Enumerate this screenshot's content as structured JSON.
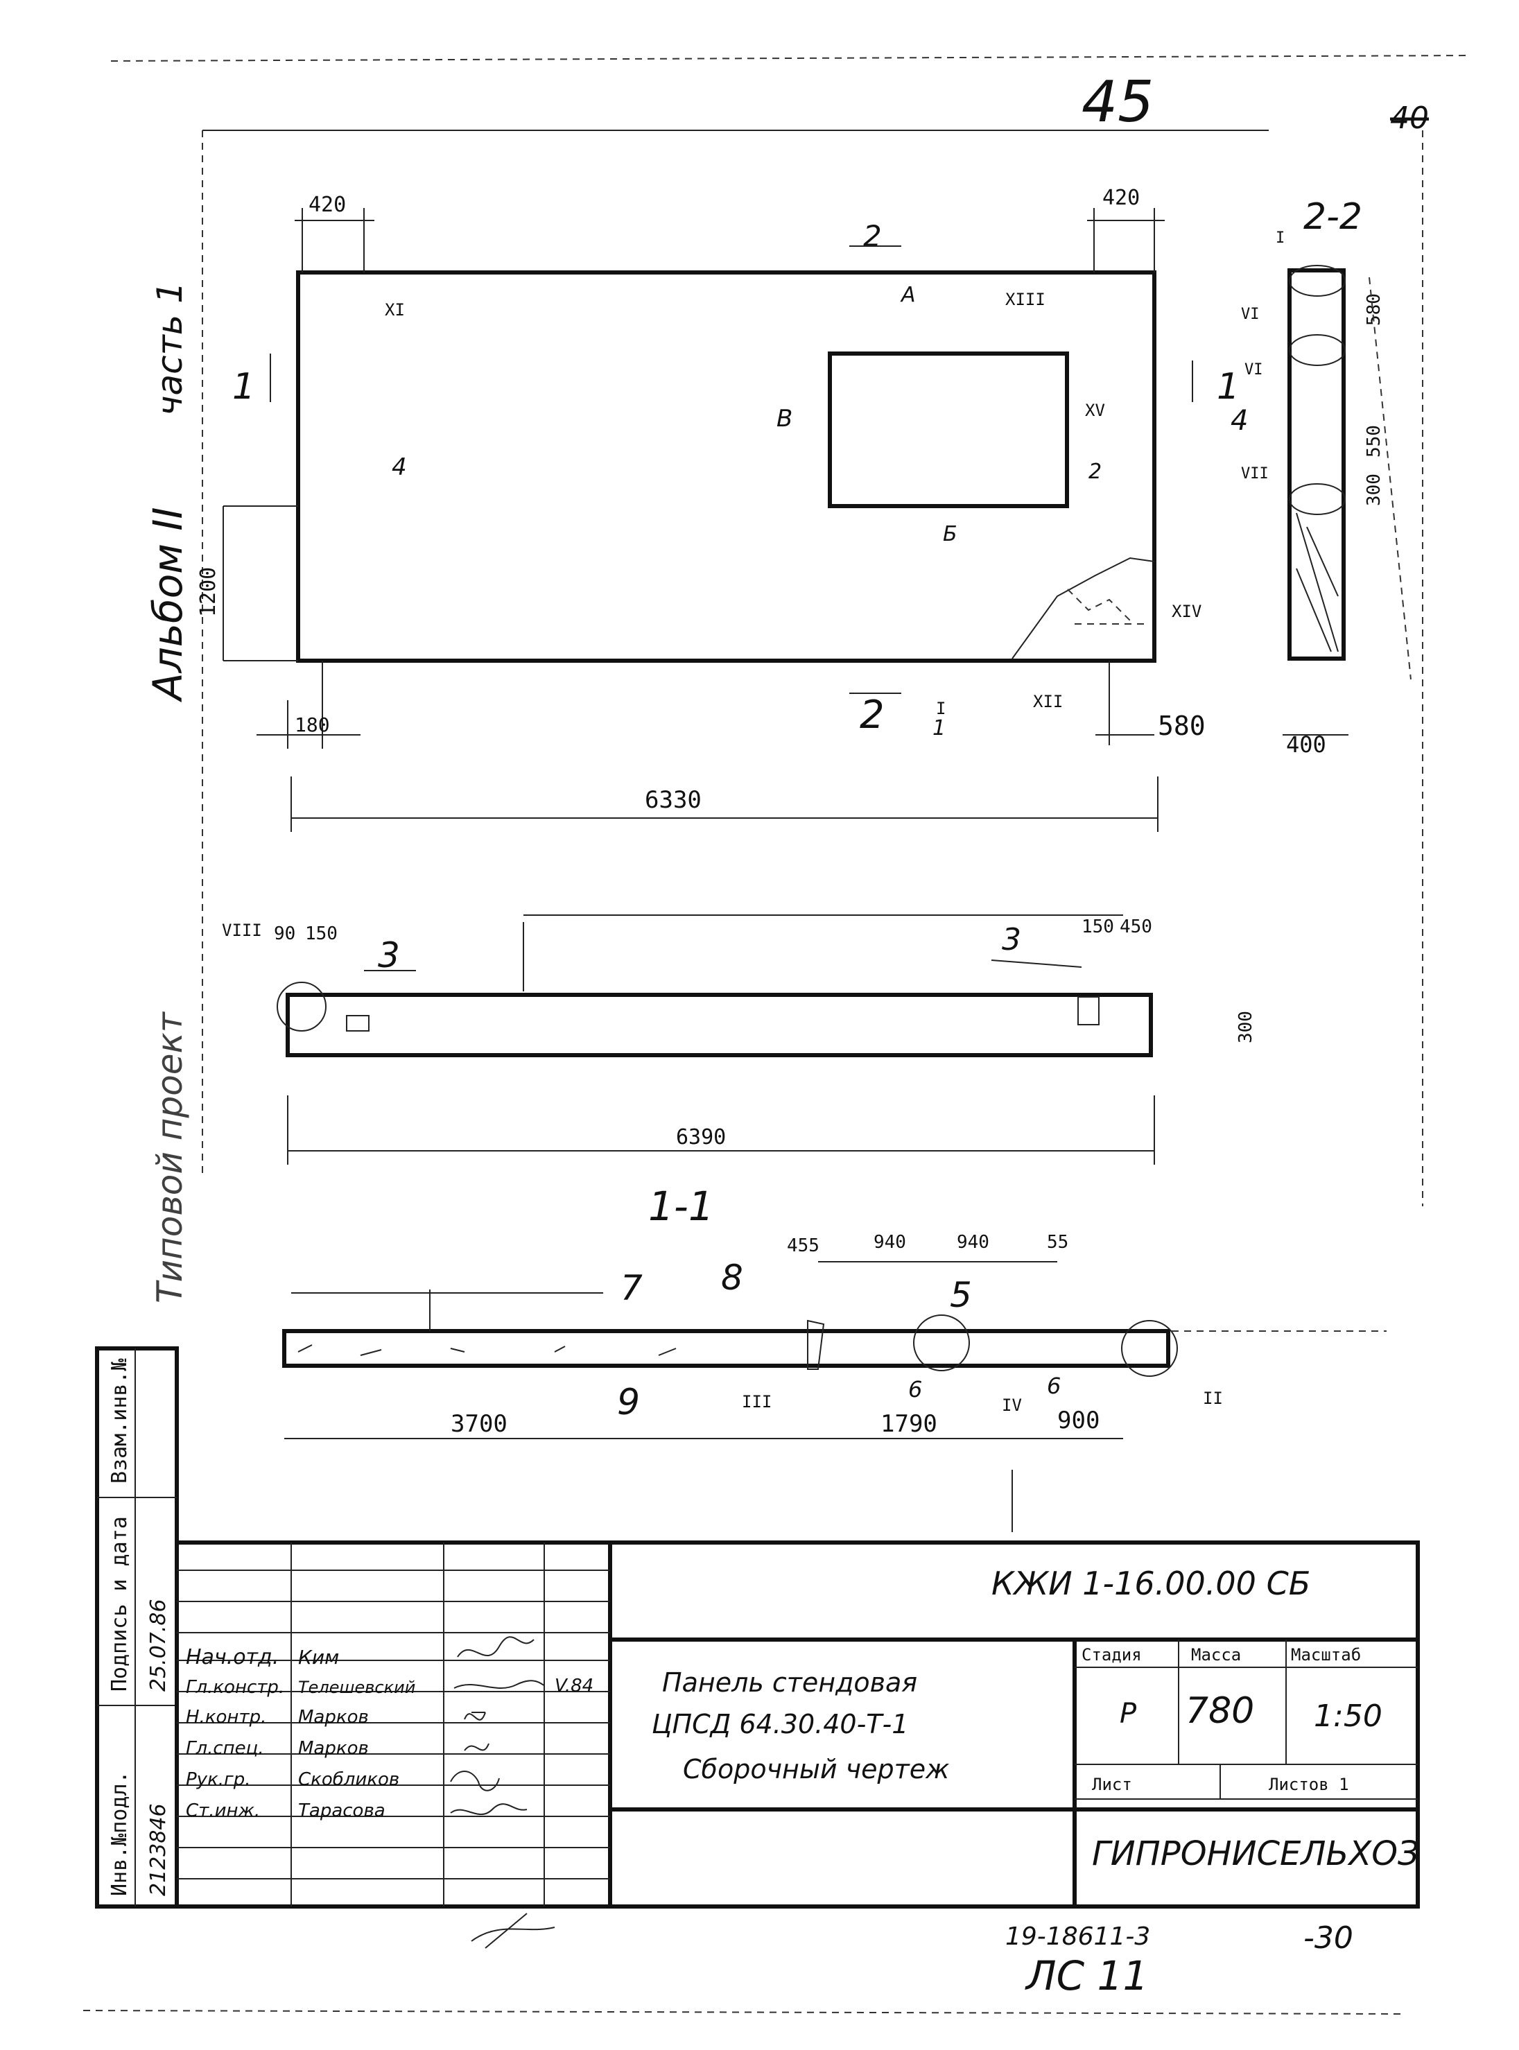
{
  "sheet": {
    "page_no": "45",
    "old_page_no": "40",
    "album_label": "Альбом II",
    "part_label": "часть 1",
    "side_note": "Типовой проект"
  },
  "plan": {
    "dim_top_left": "420",
    "dim_top_right": "420",
    "dim_height": "1200",
    "dim_bottom_left": "180",
    "dim_bottom_right": "580",
    "dim_overall": "6330",
    "section_mark": "1",
    "view_mark": "2",
    "node_marks": [
      "XI",
      "XIII",
      "XV",
      "XIV",
      "XII",
      "I"
    ],
    "opening_marks": [
      "А",
      "Б",
      "В"
    ],
    "pos_4": "4",
    "pos_2": "2",
    "pos_1": "1"
  },
  "side_view": {
    "title": "2-2",
    "dim_width": "400",
    "dim_top": "580",
    "dim_mid": "550",
    "dim_low": "300",
    "marks": [
      "I",
      "VI",
      "VI",
      "VII"
    ],
    "pos": "4"
  },
  "elevation": {
    "dims_left": [
      "90",
      "150"
    ],
    "dims_right": [
      "150",
      "450"
    ],
    "dim_height": "300",
    "dim_overall": "6390",
    "pos_3": "3",
    "node_mark": "VIII"
  },
  "section": {
    "title": "1-1",
    "dims_top": [
      "455",
      "940",
      "940",
      "55"
    ],
    "dims_bottom": [
      "3700",
      "1790",
      "900"
    ],
    "pos": [
      "7",
      "8",
      "5",
      "9",
      "6",
      "6"
    ],
    "node_marks": [
      "III",
      "IV",
      "II"
    ]
  },
  "title_block": {
    "doc_code": "КЖИ 1-16.00.00 СБ",
    "roles": [
      "Нач.отд.",
      "Гл.констр.",
      "Н.контр.",
      "Гл.спец.",
      "Рук.гр.",
      "Ст.инж."
    ],
    "names": [
      "Ким",
      "Телешевский",
      "Марков",
      "Марков",
      "Скобликов",
      "Тарасова"
    ],
    "date": "V.84",
    "name_l1": "Панель стендовая",
    "name_l2": "ЦПСД 64.30.40-Т-1",
    "name_l3": "Сборочный чертеж",
    "stage_hdr": "Стадия",
    "mass_hdr": "Масса",
    "scale_hdr": "Масштаб",
    "stage": "Р",
    "mass": "780",
    "scale": "1:50",
    "sheet_lbl": "Лист",
    "sheets_lbl": "Листов 1",
    "org": "ГИПРОНИСЕЛЬХОЗ"
  },
  "side_stamp": {
    "inv_orig_hdr": "Инв.№подл.",
    "sign_date_hdr": "Подпись и дата",
    "inv_repl_hdr": "Взам.инв.№",
    "inv_orig": "2123846",
    "sign_date": "25.07.86"
  },
  "footer": {
    "archive_no": "19-18611-3",
    "sheet_no": "ЛС 11",
    "number": "-30"
  }
}
